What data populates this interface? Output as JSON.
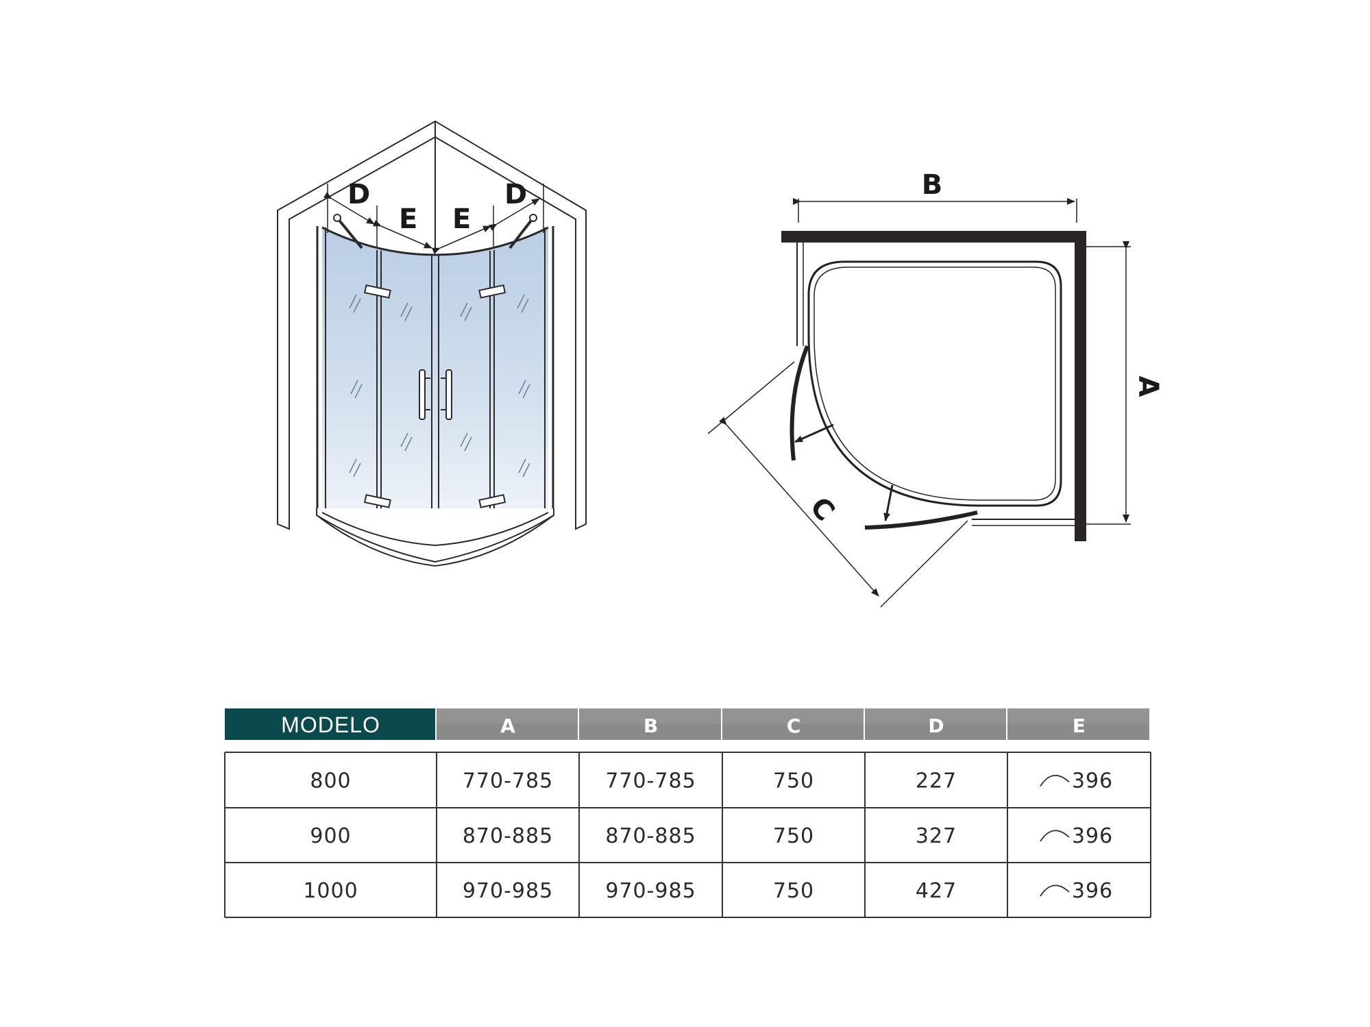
{
  "labels": {
    "perspective": {
      "d_left": "D",
      "e_left": "E",
      "e_right": "E",
      "d_right": "D"
    },
    "plan": {
      "b": "B",
      "a": "A",
      "c": "C"
    }
  },
  "table": {
    "headers": [
      "MODELO",
      "A",
      "B",
      "C",
      "D",
      "E"
    ],
    "rows": [
      [
        "800",
        "770-785",
        "770-785",
        "750",
        "227",
        "396"
      ],
      [
        "900",
        "870-885",
        "870-885",
        "750",
        "327",
        "396"
      ],
      [
        "1000",
        "970-985",
        "970-985",
        "750",
        "427",
        "396"
      ]
    ],
    "e_prefix_icon": "arc-icon"
  },
  "colors": {
    "model_header": "#0b4a4c",
    "column_header": "#8a8a8a",
    "glass": "#c9d8ea",
    "line": "#222222"
  }
}
